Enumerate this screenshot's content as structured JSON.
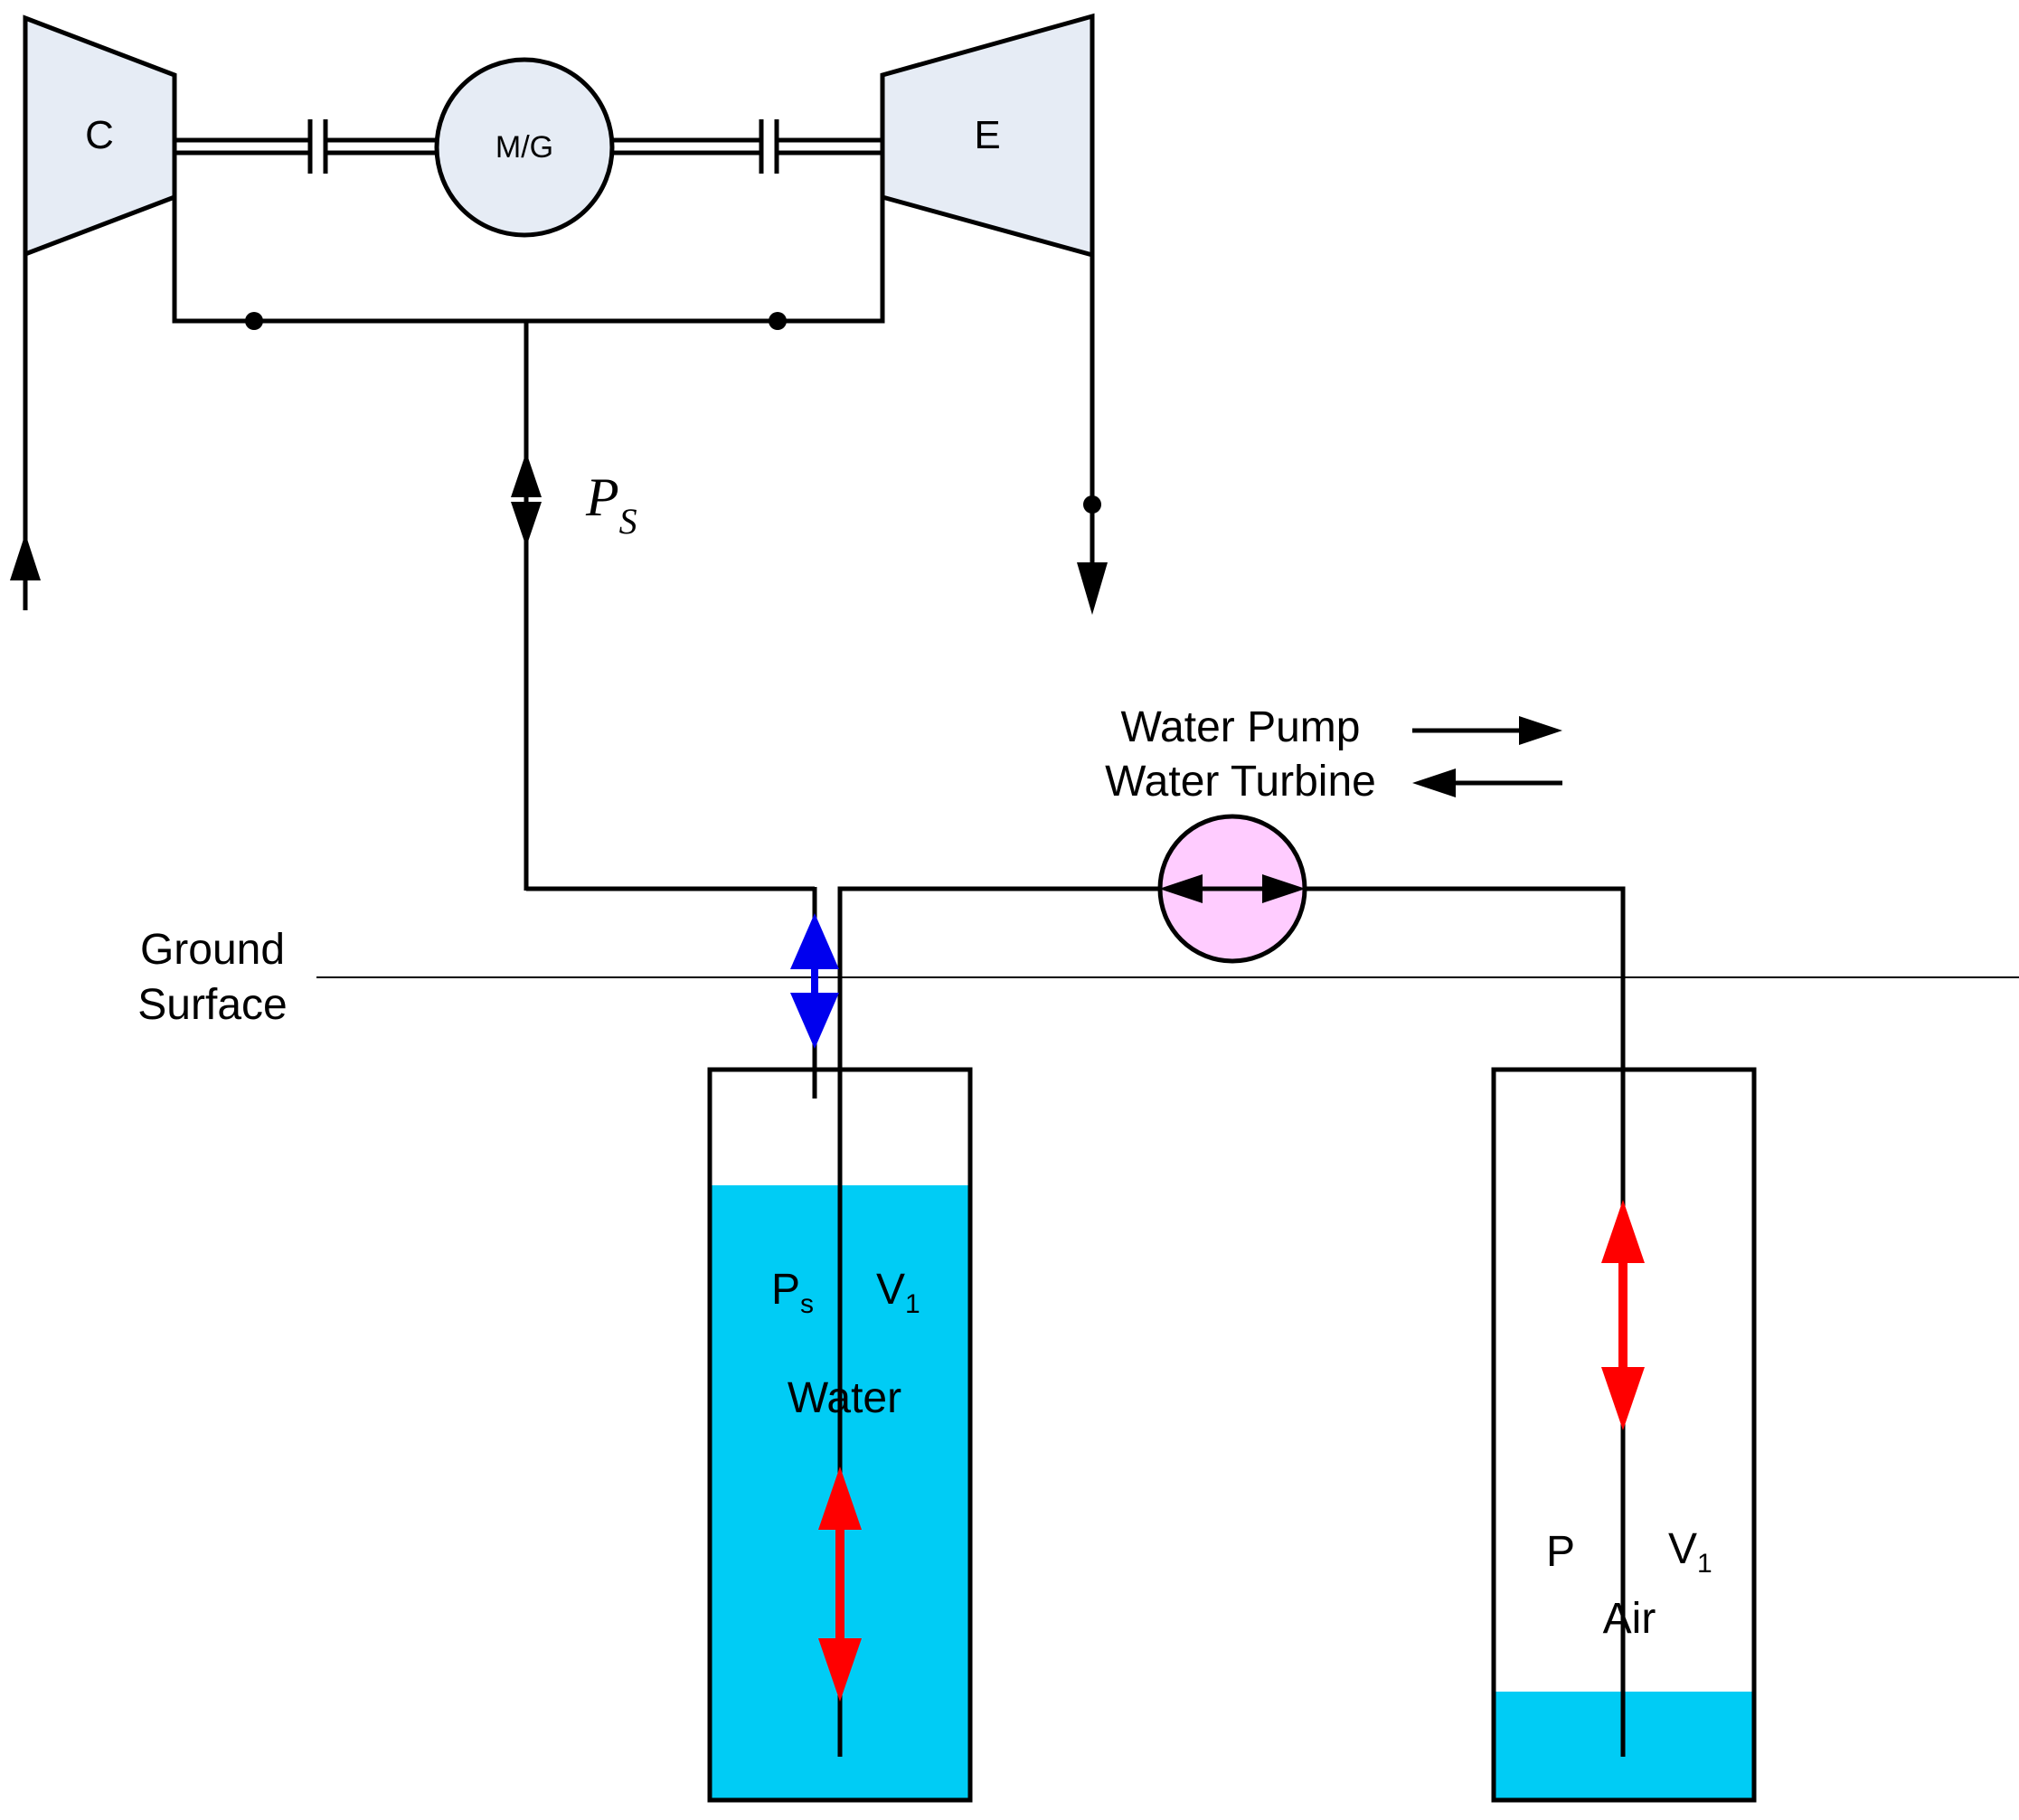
{
  "labels": {
    "compressor": "C",
    "motor_generator": "M/G",
    "expander": "E",
    "storage_pressure_main": "P",
    "storage_pressure_sub": "S",
    "legend_pump": "Water Pump",
    "legend_turbine": "Water Turbine",
    "ground_line1": "Ground",
    "ground_line2": "Surface",
    "left_pressure_main": "P",
    "left_pressure_sub": "s",
    "left_volume_main": "V",
    "left_volume_sub": "1",
    "left_medium": "Water",
    "right_pressure": "P",
    "right_volume_main": "V",
    "right_volume_sub": "1",
    "right_medium": "Air"
  },
  "colors": {
    "machine_fill": "#e6ecf5",
    "pump_fill": "#ffccff",
    "water_fill": "#00ccf5",
    "arrow_blue": "#0000ee",
    "arrow_red": "#ff0000",
    "line": "#000000"
  }
}
